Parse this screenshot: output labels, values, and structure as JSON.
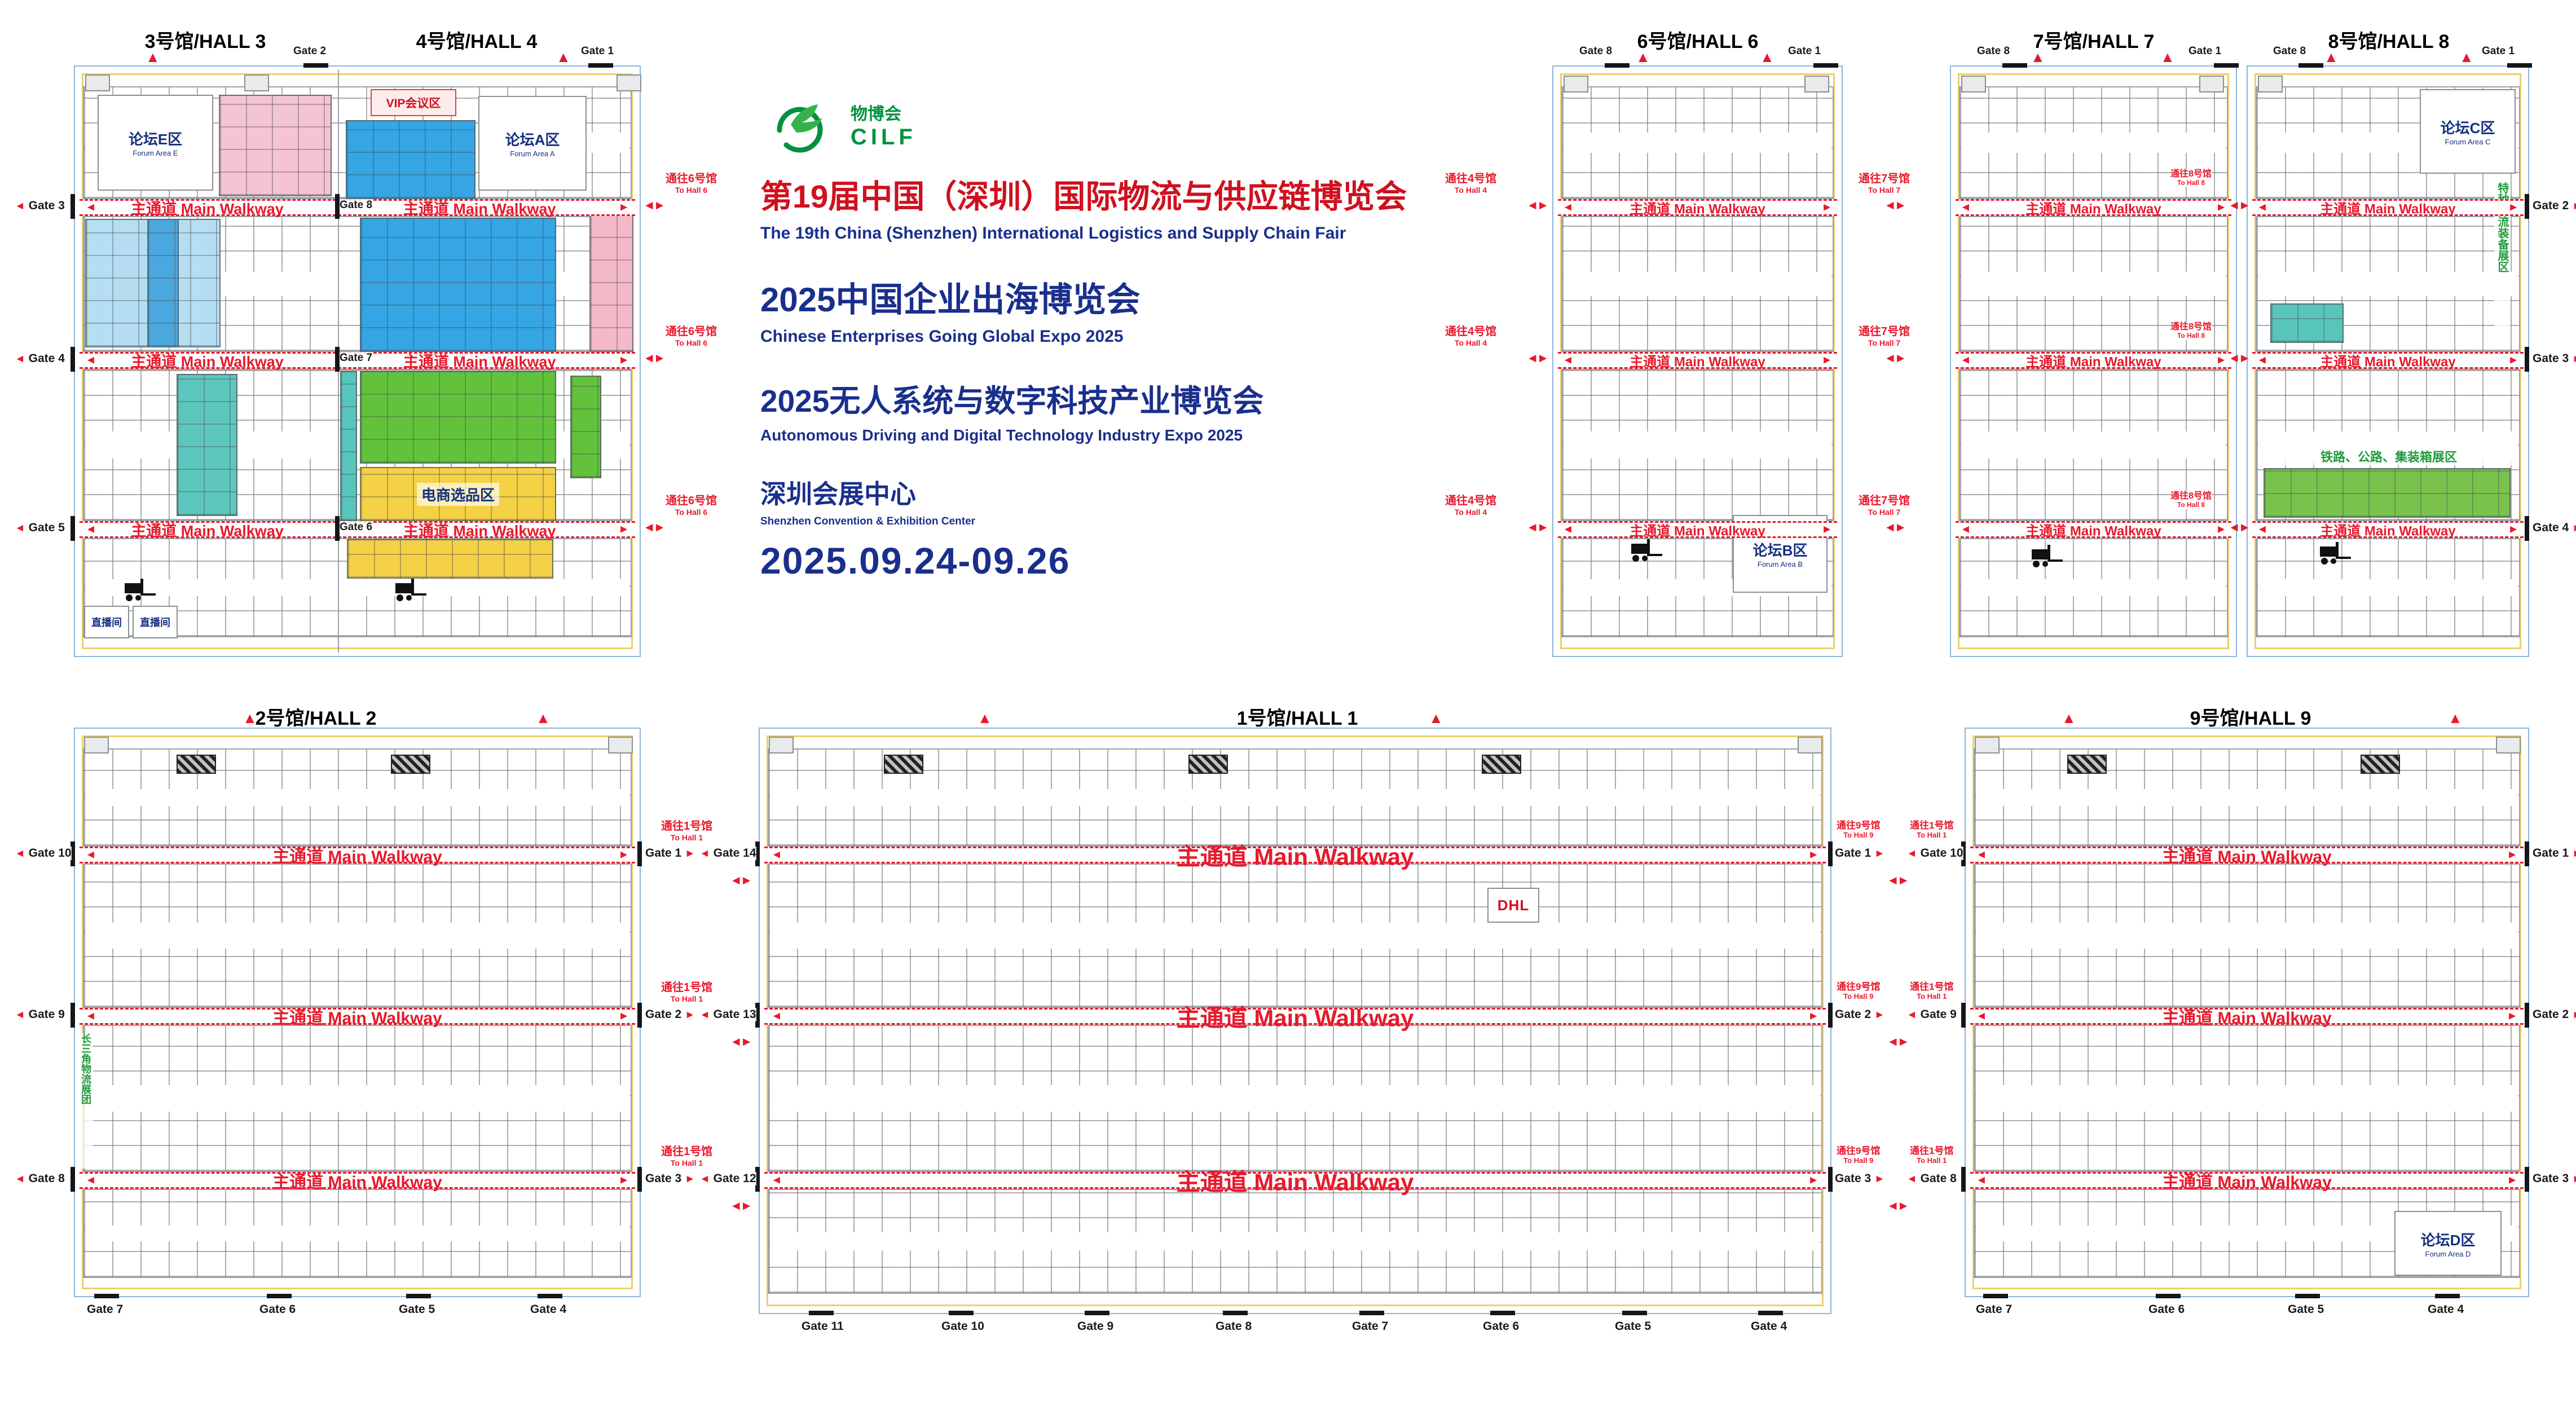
{
  "event": {
    "logo_cn": "物博会",
    "logo_en": "CILF",
    "t1_cn": "第19届中国（深圳）国际物流与供应链博览会",
    "t1_en": "The 19th China (Shenzhen) International Logistics and Supply Chain Fair",
    "t2_cn": "2025中国企业出海博览会",
    "t2_en": "Chinese Enterprises Going Global Expo 2025",
    "t3_cn": "2025无人系统与数字科技产业博览会",
    "t3_en": "Autonomous Driving and Digital Technology Industry Expo 2025",
    "venue_cn": "深圳会展中心",
    "venue_en": "Shenzhen Convention & Exhibition Center",
    "dates": "2025.09.24-09.26"
  },
  "labels": {
    "walkway": "主通道 Main Walkway"
  },
  "halls": {
    "h3": {
      "title": "3号馆/HALL 3"
    },
    "h4": {
      "title": "4号馆/HALL 4"
    },
    "h6": {
      "title": "6号馆/HALL 6"
    },
    "h7": {
      "title": "7号馆/HALL 7"
    },
    "h8": {
      "title": "8号馆/HALL 8"
    },
    "h2": {
      "title": "2号馆/HALL 2"
    },
    "h1": {
      "title": "1号馆/HALL 1"
    },
    "h9": {
      "title": "9号馆/HALL 9"
    }
  },
  "zones": {
    "forum_e_cn": "论坛E区",
    "forum_e_en": "Forum Area E",
    "forum_a_cn": "论坛A区",
    "forum_a_en": "Forum Area A",
    "forum_b_cn": "论坛B区",
    "forum_b_en": "Forum Area B",
    "forum_c_cn": "论坛C区",
    "forum_c_en": "Forum Area C",
    "forum_d_cn": "论坛D区",
    "forum_d_en": "Forum Area D",
    "vip": "VIP会议区",
    "ecommerce": "电商选品区",
    "live": "直播间",
    "special_equipment": "特种物流装备展区",
    "rail_road_container": "铁路、公路、集装箱展区",
    "delta_group": "长三角物流展团",
    "dhl": "DHL"
  },
  "gates": {
    "h34_left": [
      "Gate 3",
      "Gate 4",
      "Gate 5"
    ],
    "h34_mid": [
      "Gate 8",
      "Gate 7",
      "Gate 6"
    ],
    "h34_top": [
      "Gate 2",
      "Gate 1"
    ],
    "h678_top": [
      "Gate 8",
      "Gate 1"
    ],
    "h8_right": [
      "Gate 2",
      "Gate 3",
      "Gate 4"
    ],
    "h2_left": [
      "Gate 10",
      "Gate 9",
      "Gate 8"
    ],
    "h2_right": [
      "Gate 1",
      "Gate 2",
      "Gate 3"
    ],
    "h2_bottom": [
      "Gate 7",
      "Gate 6",
      "Gate 5",
      "Gate 4"
    ],
    "h1_left": [
      "Gate 14",
      "Gate 13",
      "Gate 12"
    ],
    "h1_right": [
      "Gate 1",
      "Gate 2",
      "Gate 3"
    ],
    "h1_bottom": [
      "Gate 11",
      "Gate 10",
      "Gate 9",
      "Gate 8",
      "Gate 7",
      "Gate 6",
      "Gate 5",
      "Gate 4"
    ],
    "h9_left": [
      "Gate 10",
      "Gate 9",
      "Gate 8"
    ],
    "h9_right": [
      "Gate 1",
      "Gate 2",
      "Gate 3"
    ],
    "h9_bottom": [
      "Gate 7",
      "Gate 6",
      "Gate 5",
      "Gate 4"
    ]
  },
  "connectors": {
    "to1_cn": "通往1号馆",
    "to1_en": "To Hall 1",
    "to4_cn": "通往4号馆",
    "to4_en": "To Hall 4",
    "to6_cn": "通往6号馆",
    "to6_en": "To Hall 6",
    "to7_cn": "通往7号馆",
    "to7_en": "To Hall 7",
    "to8_cn": "通往8号馆",
    "to8_en": "To Hall 8",
    "to9_cn": "通往9号馆",
    "to9_en": "To Hall 9"
  }
}
